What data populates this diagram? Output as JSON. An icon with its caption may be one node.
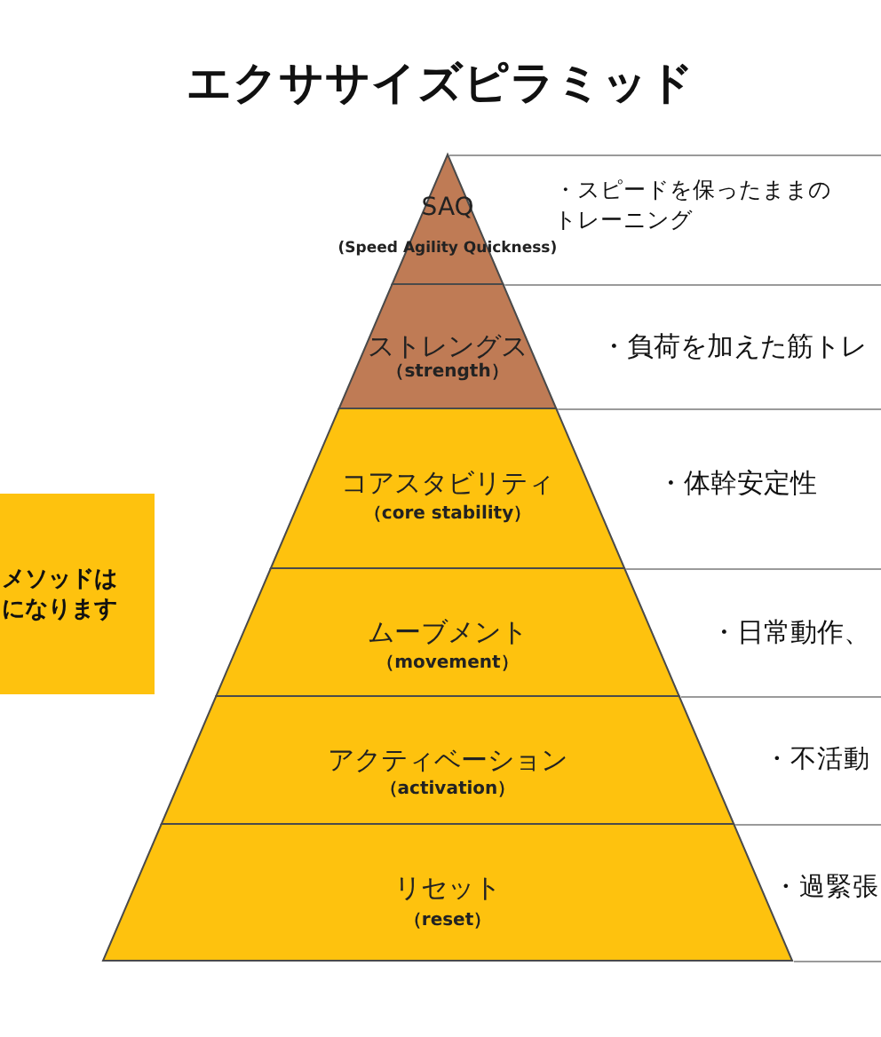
{
  "diagram": {
    "title": "エクササイズピラミッド",
    "nodes": [
      {
        "text": [
          "SAQ",
          "(Speed Agility Quickness)"
        ],
        "beside": [
          "・スピードを保ったままのトレーニング"
        ]
      },
      {
        "text": [
          "ストレングス",
          "（strength）"
        ],
        "beside": [
          "・負荷を加えた筋トレ"
        ]
      },
      {
        "text": [
          "コアスタビリティ",
          "（core stability）"
        ],
        "beside": [
          "・体幹安定性"
        ]
      },
      {
        "text": [
          "ムーブメント",
          "（movement）"
        ],
        "beside": [
          "・日常動作、"
        ]
      },
      {
        "text": [
          "アクティベーション",
          "（activation）"
        ],
        "beside": [
          "・不活動"
        ]
      },
      {
        "text": [
          "リセット",
          "（reset）"
        ],
        "beside": [
          "・過緊張"
        ]
      },
      {
        "text": [
          "メソッドはになります"
        ]
      }
    ]
  }
}
